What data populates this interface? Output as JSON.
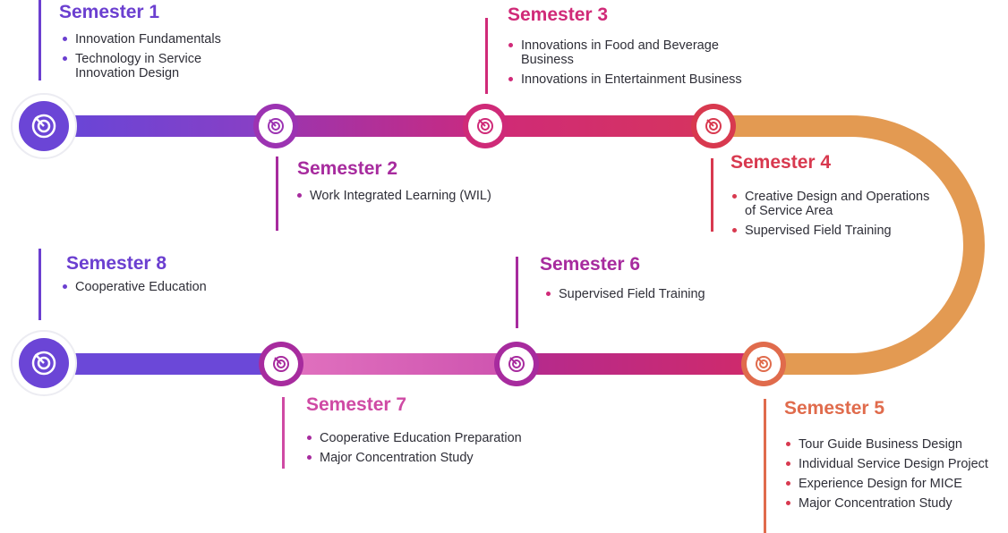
{
  "semesters": [
    {
      "title": "Semester 1",
      "color": "#6b3fd0",
      "items": [
        "Innovation Fundamentals",
        "Technology in Service Innovation Design"
      ]
    },
    {
      "title": "Semester 2",
      "color": "#a72b9e",
      "items": [
        "Work Integrated Learning (WIL)"
      ]
    },
    {
      "title": "Semester 3",
      "color": "#d02a78",
      "items": [
        "Innovations in Food and Beverage Business",
        "Innovations in Entertainment Business"
      ]
    },
    {
      "title": "Semester 4",
      "color": "#d8394f",
      "items": [
        "Creative Design and Operations of Service Area",
        "Supervised Field Training"
      ]
    },
    {
      "title": "Semester 5",
      "color": "#e06b4c",
      "items": [
        "Tour Guide Business Design",
        "Individual Service Design Project",
        "Experience Design for MICE",
        "Major Concentration Study"
      ]
    },
    {
      "title": "Semester 6",
      "color": "#a72b9e",
      "items": [
        "Supervised Field Training"
      ]
    },
    {
      "title": "Semester 7",
      "color": "#cf4aa4",
      "items": [
        "Cooperative Education Preparation",
        "Major Concentration Study"
      ]
    },
    {
      "title": "Semester 8",
      "color": "#6b3fd0",
      "items": [
        "Cooperative Education"
      ]
    }
  ],
  "milestone_icon": "target-icon",
  "colors": {
    "purple": "#6b3fd0",
    "magenta": "#a72b9e",
    "pink": "#d02a78",
    "red": "#d8394f",
    "orange": "#e39a52",
    "light_pink": "#d65ab4"
  }
}
